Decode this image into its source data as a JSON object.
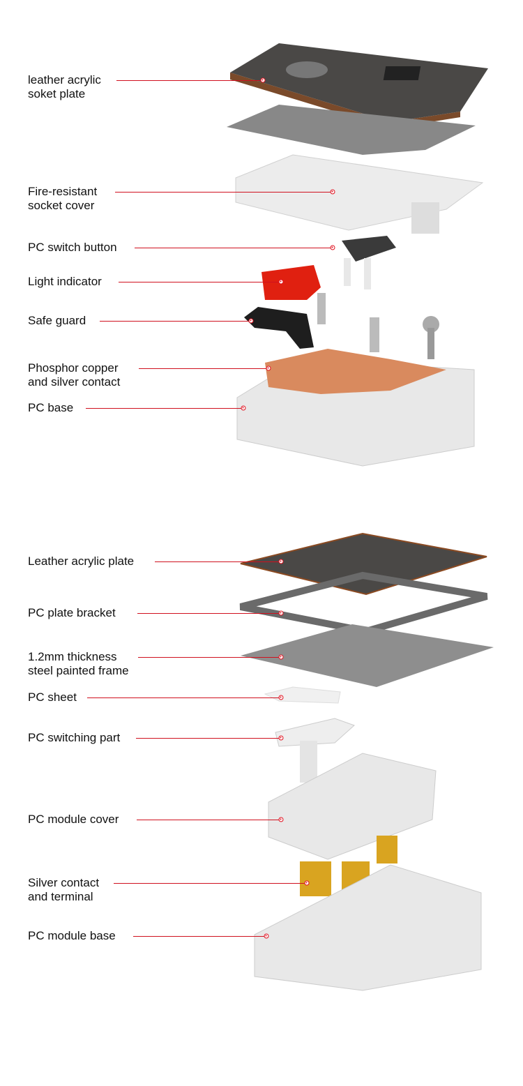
{
  "colors": {
    "leader": "#d0101e",
    "plate": "#4a4846",
    "frame": "#8a8a8a",
    "white_part": "#ececec",
    "copper": "#d98a5e",
    "red_indicator": "#e02010",
    "brass": "#d9a420"
  },
  "diagram_1": {
    "labels": [
      {
        "line1": "leather acrylic",
        "line2": "soket plate"
      },
      {
        "line1": "Fire-resistant",
        "line2": "socket cover"
      },
      {
        "line1": "PC switch button"
      },
      {
        "line1": "Light indicator"
      },
      {
        "line1": "Safe guard"
      },
      {
        "line1": "Phosphor copper",
        "line2": "and silver contact"
      },
      {
        "line1": "PC base"
      }
    ]
  },
  "diagram_2": {
    "labels": [
      {
        "line1": "Leather acrylic plate"
      },
      {
        "line1": "PC plate bracket"
      },
      {
        "line1": "1.2mm thickness",
        "line2": "steel painted frame"
      },
      {
        "line1": "PC sheet"
      },
      {
        "line1": "PC switching part"
      },
      {
        "line1": "PC module cover"
      },
      {
        "line1": "Silver contact",
        "line2": "and terminal"
      },
      {
        "line1": "PC module base"
      }
    ]
  }
}
